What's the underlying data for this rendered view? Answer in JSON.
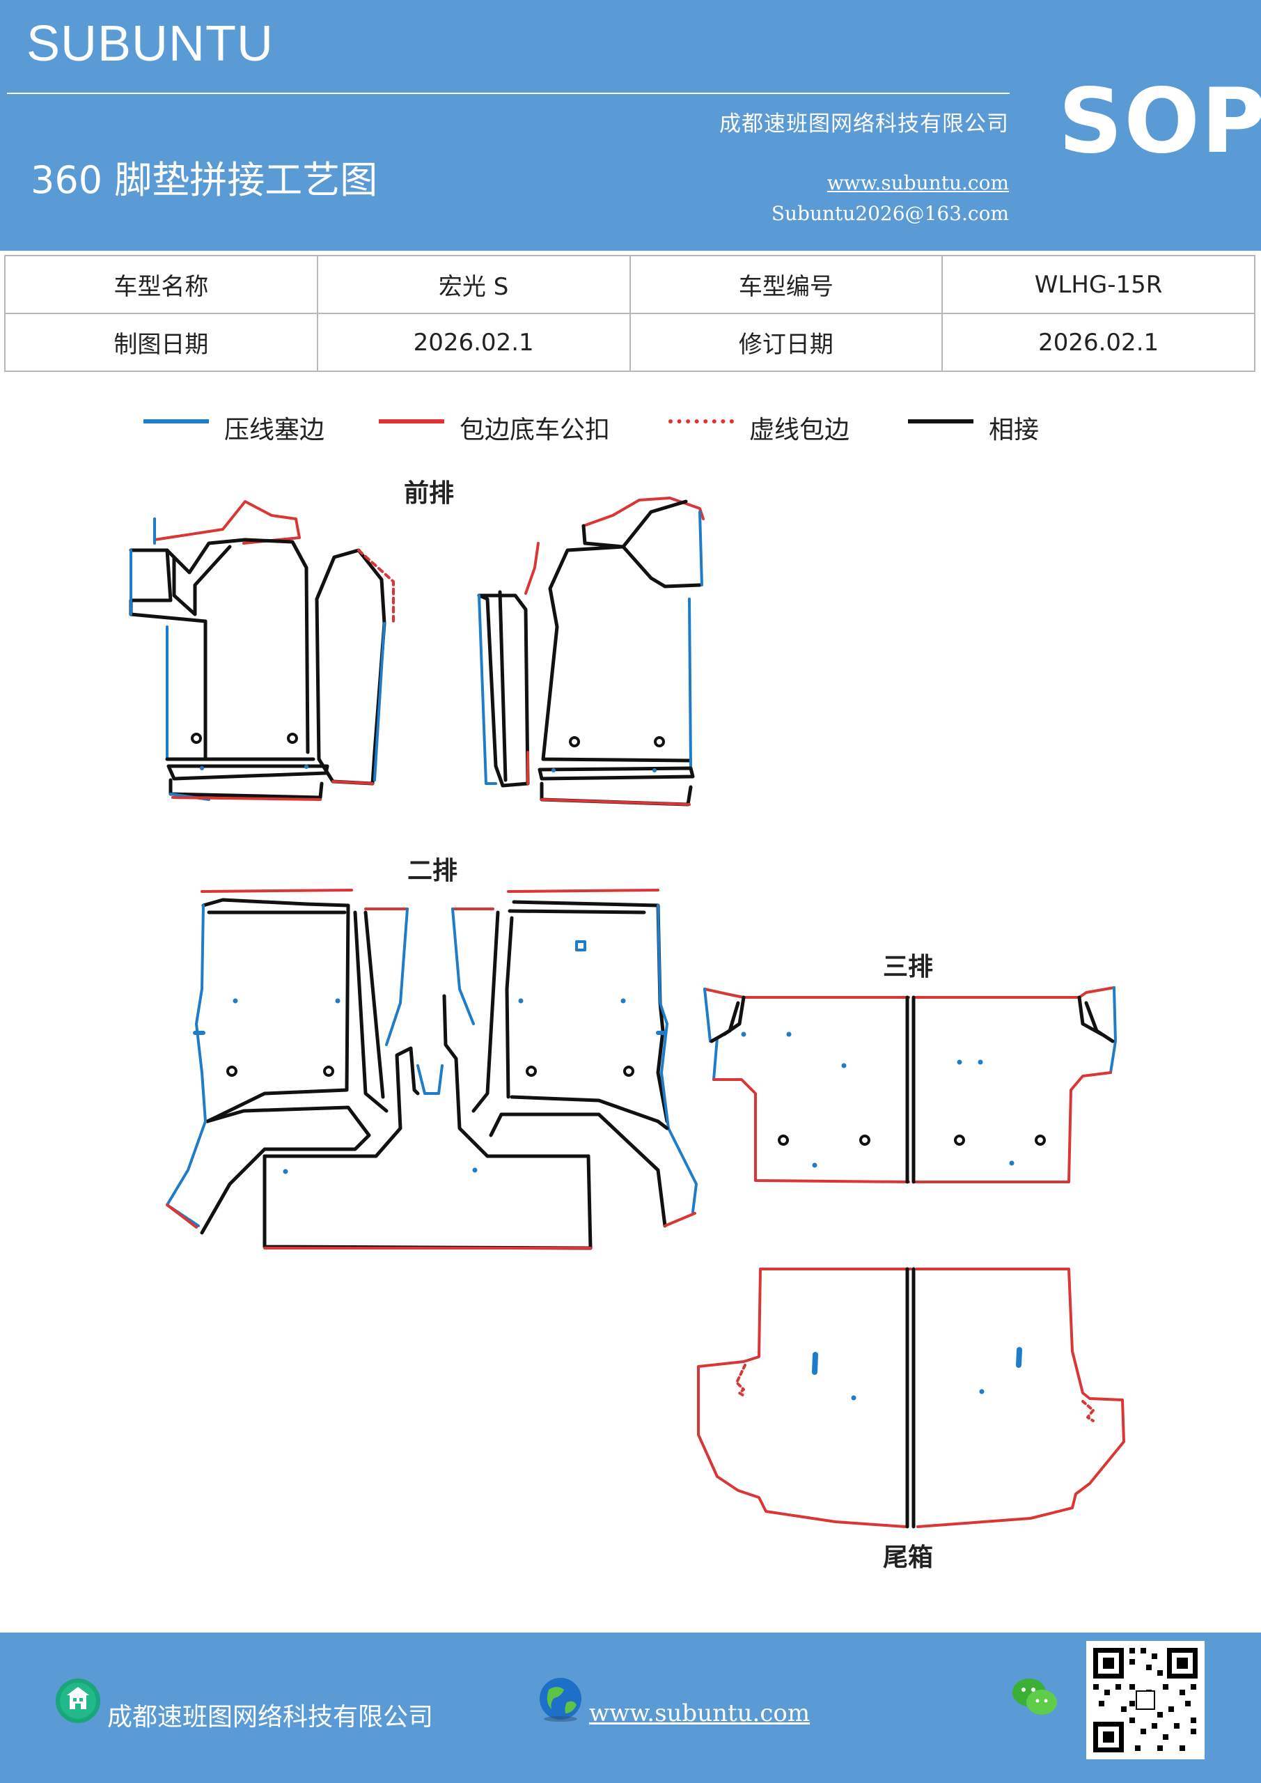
{
  "header": {
    "brand": "SUBUNTU",
    "doc_type": "SOP",
    "company": "成都速班图网络科技有限公司",
    "title": "360 脚垫拼接工艺图",
    "website": "www.subuntu.com",
    "email": "Subuntu2026@163.com"
  },
  "info_table": {
    "model_name_label": "车型名称",
    "model_name": "宏光 S",
    "model_code_label": "车型编号",
    "model_code": "WLHG-15R",
    "drawn_date_label": "制图日期",
    "drawn_date": "2026.02.1",
    "revised_date_label": "修订日期",
    "revised_date": "2026.02.1"
  },
  "legend": [
    {
      "label": "压线塞边",
      "color": "#1f7cc8",
      "style": "solid"
    },
    {
      "label": "包边底车公扣",
      "color": "#e53030",
      "style": "solid"
    },
    {
      "label": "虚线包边",
      "color": "#e53030",
      "style": "dotted"
    },
    {
      "label": "相接",
      "color": "#111111",
      "style": "solid"
    }
  ],
  "sections": {
    "front": "前排",
    "second": "二排",
    "third": "三排",
    "trunk": "尾箱"
  },
  "colors": {
    "header_bg": "#5b9bd5",
    "blue_edge": "#1f7cc8",
    "red_edge": "#d93636",
    "black_edge": "#111111"
  },
  "footer": {
    "company": "成都速班图网络科技有限公司",
    "website": "www.subuntu.com",
    "icons": [
      "building-icon",
      "globe-icon",
      "wechat-icon",
      "qr-code"
    ]
  }
}
